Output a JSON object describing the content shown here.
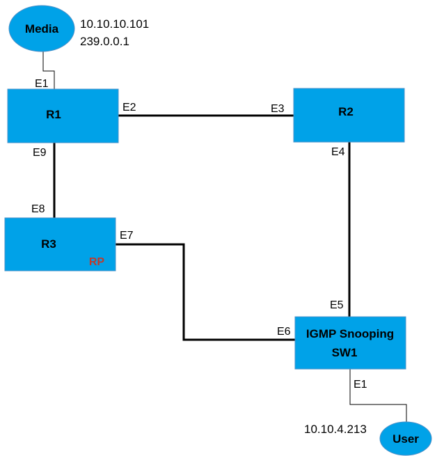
{
  "colors": {
    "node_fill": "#00A2E8",
    "node_stroke": "#4a90c8",
    "link": "#000000",
    "rp_text": "#C0392B"
  },
  "nodes": {
    "media": {
      "label": "Media",
      "shape": "ellipse",
      "ip": "10.10.10.101",
      "group": "239.0.0.1"
    },
    "r1": {
      "label": "R1",
      "shape": "rect"
    },
    "r2": {
      "label": "R2",
      "shape": "rect"
    },
    "r3": {
      "label": "R3",
      "shape": "rect",
      "role": "RP"
    },
    "sw1": {
      "label_line1": "IGMP Snooping",
      "label_line2": "SW1",
      "shape": "rect"
    },
    "user": {
      "label": "User",
      "shape": "ellipse",
      "ip": "10.10.4.213"
    }
  },
  "ports": {
    "r1_media": "E1",
    "r1_r2": "E2",
    "r2_r1": "E3",
    "r2_sw1": "E4",
    "sw1_r2": "E5",
    "sw1_r3": "E6",
    "r3_sw1": "E7",
    "r3_r1": "E8",
    "r1_r3": "E9",
    "sw1_user": "E1"
  },
  "links": [
    {
      "from": "media",
      "to": "r1",
      "style": "thin"
    },
    {
      "from": "r1",
      "to": "r2",
      "style": "thick"
    },
    {
      "from": "r1",
      "to": "r3",
      "style": "thick"
    },
    {
      "from": "r2",
      "to": "sw1",
      "style": "thick"
    },
    {
      "from": "r3",
      "to": "sw1",
      "style": "thick"
    },
    {
      "from": "sw1",
      "to": "user",
      "style": "thin"
    }
  ]
}
